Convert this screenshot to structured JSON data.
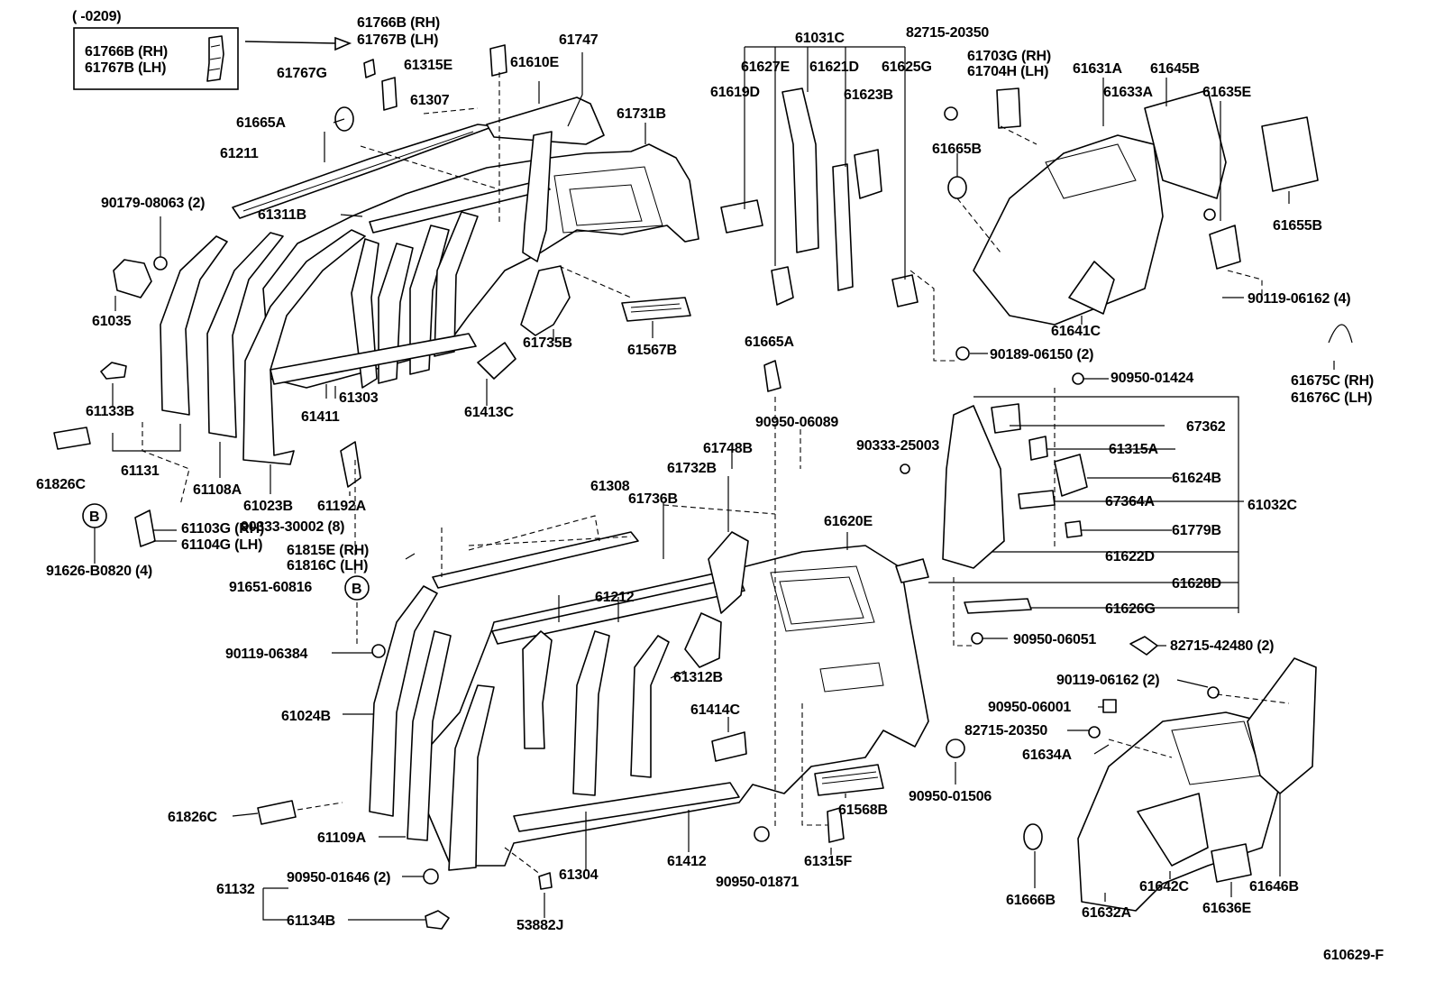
{
  "diagram": {
    "inset": {
      "date_range": "(        -0209)",
      "line1": "61766B (RH)",
      "line2": "61767B (LH)"
    },
    "reference_code": "610629-F",
    "circle_b": "B",
    "labels": {
      "l61766B": "61766B (RH)",
      "l61767B": "61767B (LH)",
      "l61767G": "61767G",
      "l61307": "61307",
      "l61315E": "61315E",
      "l61610E": "61610E",
      "l61747": "61747",
      "l61665A_top": "61665A",
      "l61211": "61211",
      "l61731B": "61731B",
      "l90179": "90179-08063 (2)",
      "l61311B": "61311B",
      "l61035": "61035",
      "l61735B": "61735B",
      "l61567B": "61567B",
      "l61303": "61303",
      "l61411": "61411",
      "l61413C": "61413C",
      "l61133B": "61133B",
      "l61131": "61131",
      "l61826C_top": "61826C",
      "l61108A": "61108A",
      "l61023B": "61023B",
      "l61192A": "61192A",
      "l61103G": "61103G (RH)",
      "l61104G": "61104G (LH)",
      "l91626": "91626-B0820 (4)",
      "l90333_30002": "90333-30002 (8)",
      "l61815E": "61815E (RH)",
      "l61816C": "61816C (LH)",
      "l91651": "91651-60816",
      "l90119_06384": "90119-06384",
      "l61024B": "61024B",
      "l61826C_bot": "61826C",
      "l61109A": "61109A",
      "l61132": "61132",
      "l90950_01646": "90950-01646 (2)",
      "l61134B": "61134B",
      "l53882J": "53882J",
      "l61304": "61304",
      "l61412": "61412",
      "l61308": "61308",
      "l61736B": "61736B",
      "l61732B": "61732B",
      "l61748B": "61748B",
      "l61212": "61212",
      "l61312B": "61312B",
      "l61414C": "61414C",
      "l61620E": "61620E",
      "l61568B": "61568B",
      "l61315F": "61315F",
      "l90950_01871": "90950-01871",
      "l90950_01506": "90950-01506",
      "l61665A_mid": "61665A",
      "l90950_06089": "90950-06089",
      "l61031C": "61031C",
      "l61627E": "61627E",
      "l61621D": "61621D",
      "l61625G": "61625G",
      "l61619D": "61619D",
      "l61623B": "61623B",
      "l82715_20350_top": "82715-20350",
      "l61703G": "61703G (RH)",
      "l61704H": "61704H (LH)",
      "l61631A": "61631A",
      "l61645B": "61645B",
      "l61633A": "61633A",
      "l61635E": "61635E",
      "l61665B": "61665B",
      "l61655B": "61655B",
      "l90119_06162_top": "90119-06162 (4)",
      "l61641C": "61641C",
      "l61675C": "61675C (RH)",
      "l61676C": "61676C (LH)",
      "l90189": "90189-06150 (2)",
      "l90950_01424": "90950-01424",
      "l90333_25003": "90333-25003",
      "l67362": "67362",
      "l61315A": "61315A",
      "l61624B": "61624B",
      "l67364A": "67364A",
      "l61032C": "61032C",
      "l61779B": "61779B",
      "l61622D": "61622D",
      "l61628D": "61628D",
      "l61626G": "61626G",
      "l90950_06051": "90950-06051",
      "l82715_42480": "82715-42480 (2)",
      "l90119_06162_bot": "90119-06162 (2)",
      "l90950_06001": "90950-06001",
      "l82715_20350_bot": "82715-20350",
      "l61634A": "61634A",
      "l61666B": "61666B",
      "l61632A": "61632A",
      "l61642C": "61642C",
      "l61636E": "61636E",
      "l61646B": "61646B"
    }
  }
}
